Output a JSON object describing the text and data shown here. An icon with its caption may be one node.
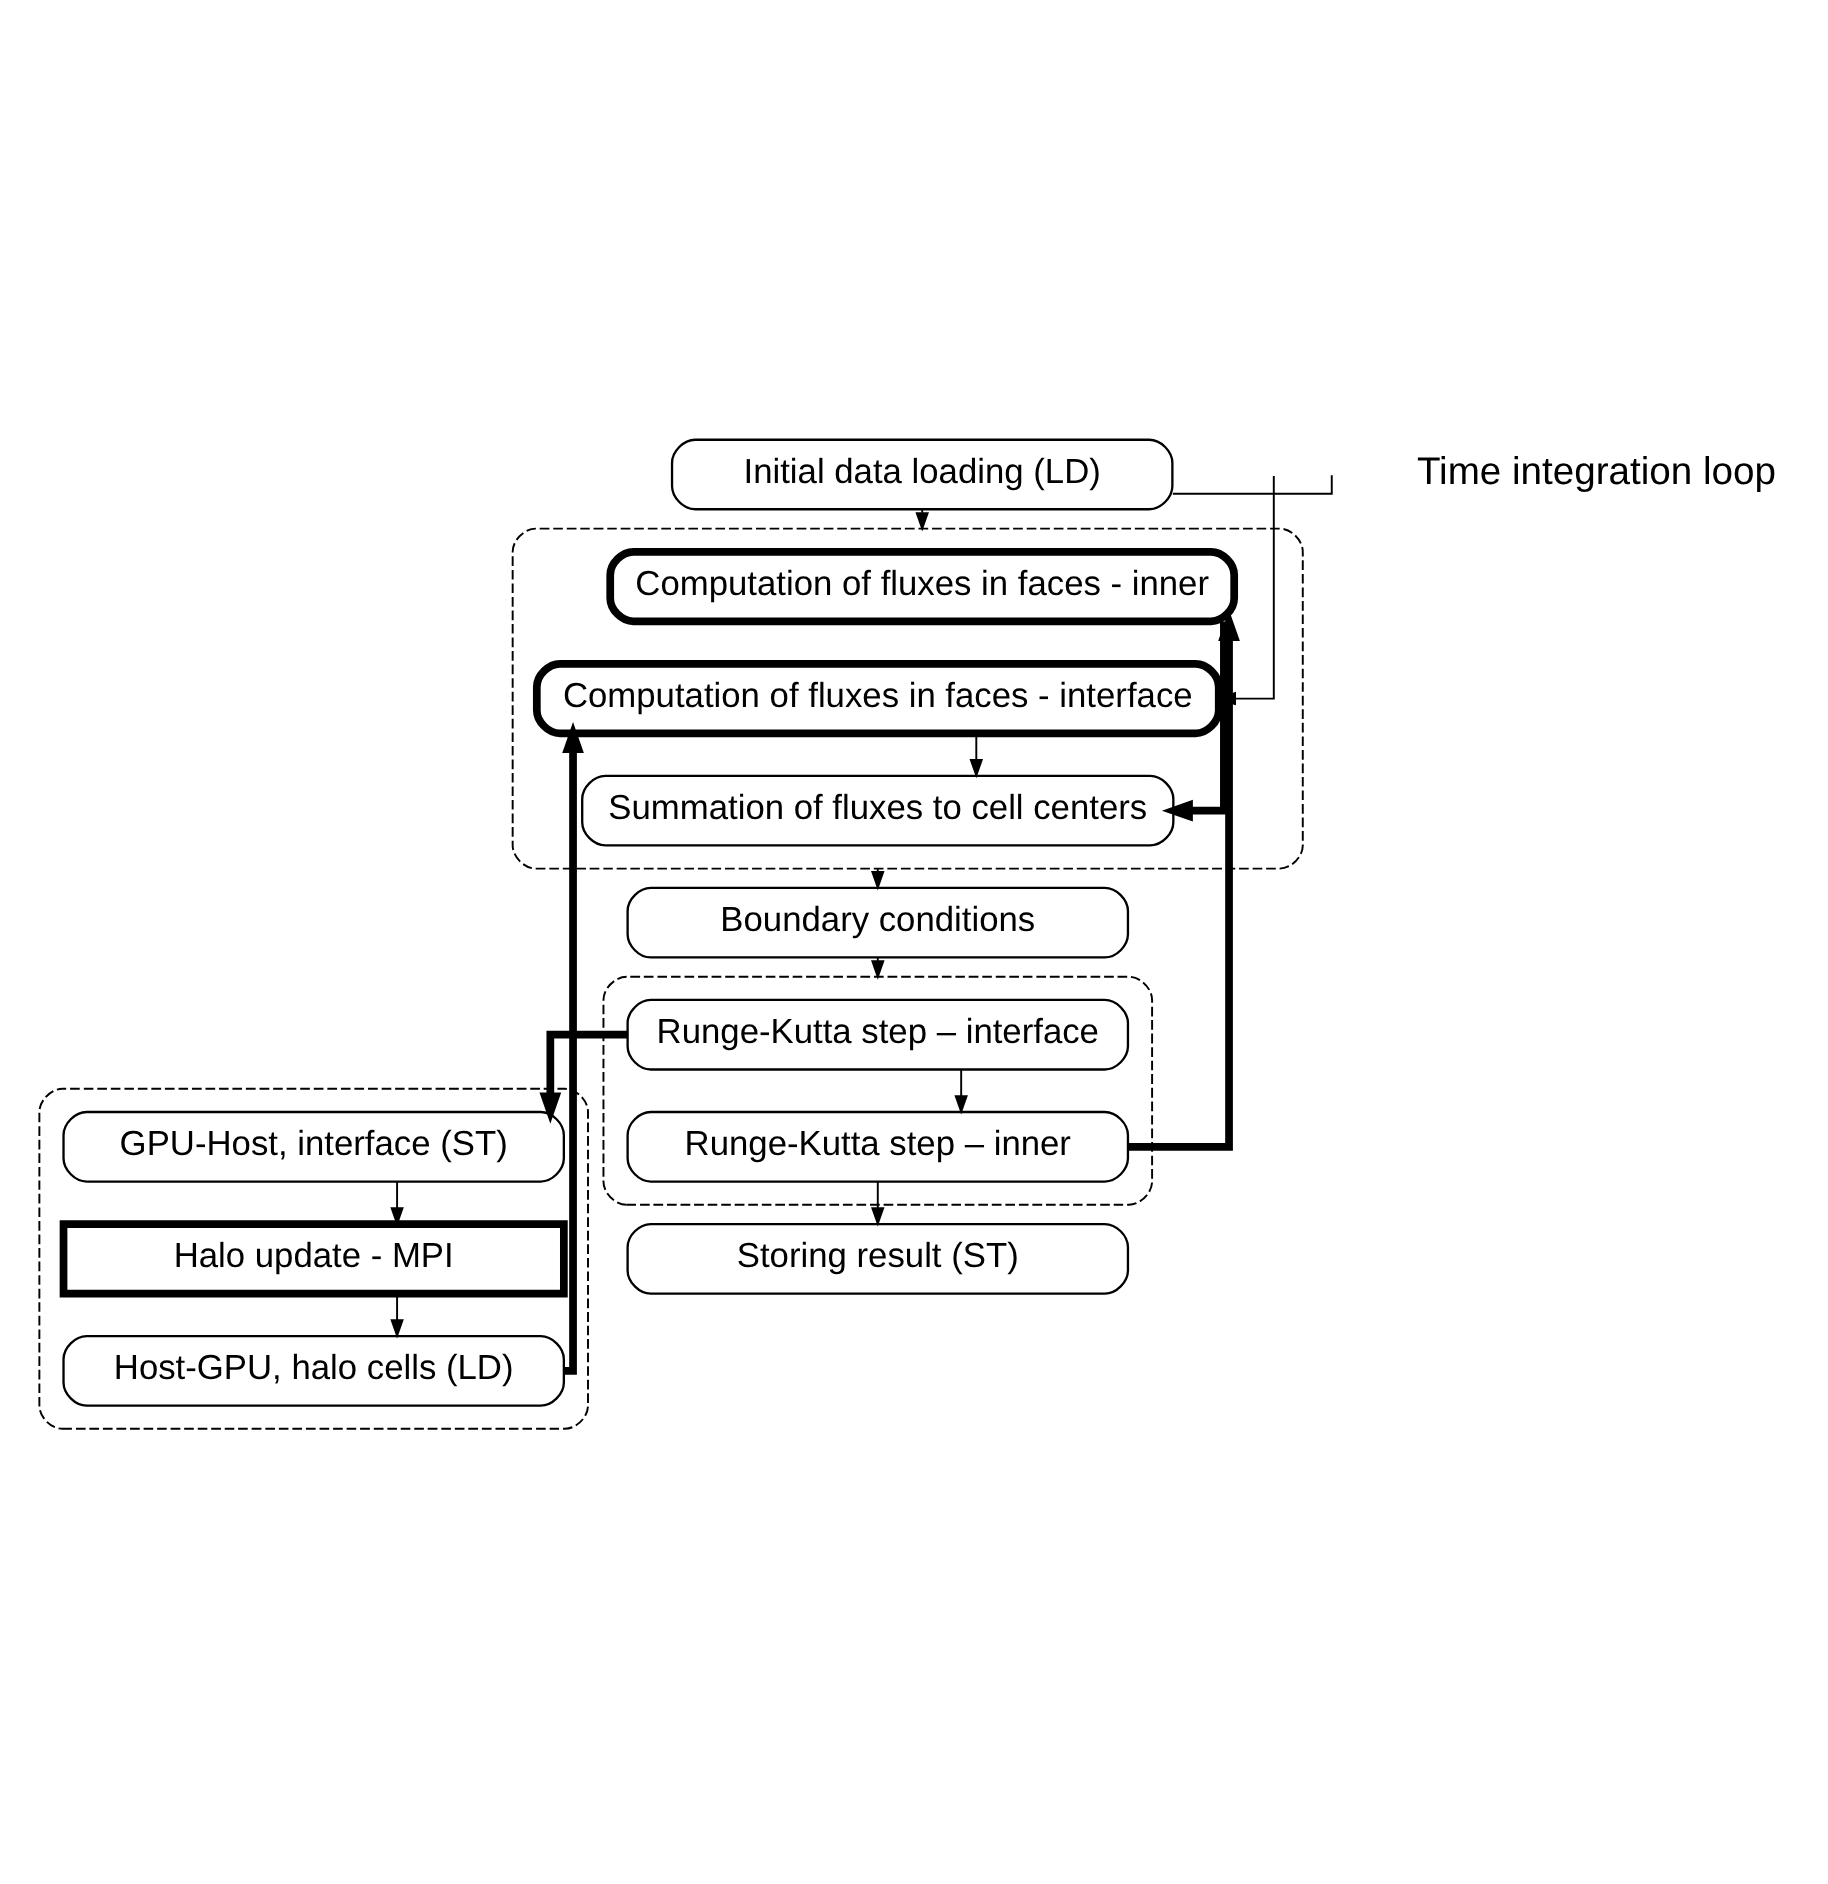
{
  "diagram": {
    "nodes": [
      {
        "text": [
          "Initial data loading (LD)"
        ]
      },
      {
        "text": [],
        "shape": "box"
      },
      {
        "text": [
          "Computation of fluxes in faces - inner"
        ],
        "in": 1
      },
      {
        "text": [
          "Computation of fluxes in faces - interface"
        ],
        "in": 1
      },
      {
        "text": [
          "Summation of fluxes to cell centers"
        ],
        "in": 1
      },
      {
        "text": [
          "Boundary conditions"
        ]
      },
      {
        "text": [],
        "shape": "box"
      },
      {
        "text": [
          "Runge-Kutta step – interface"
        ],
        "in": 6
      },
      {
        "text": [
          "Runge-Kutta step – inner"
        ],
        "in": 6
      },
      {
        "text": [],
        "shape": "box"
      },
      {
        "text": [
          "GPU-Host, interface (ST)"
        ],
        "in": 9
      },
      {
        "text": [
          "Halo update - MPI"
        ],
        "in": 9
      },
      {
        "text": [
          "Host-GPU, halo cells (LD)"
        ],
        "in": 9
      },
      {
        "text": [
          "Storing result (ST)"
        ]
      }
    ],
    "edges": [
      {
        "from": 0,
        "to": 1,
        "arrow": "to"
      },
      {
        "from": 0,
        "to": null,
        "arrow": "none"
      },
      {
        "from": null,
        "to": 3,
        "arrow": "to"
      },
      {
        "from": 3,
        "to": 4,
        "arrow": "to"
      },
      {
        "from": 2,
        "to": 4,
        "arrow": "to",
        "style": "thick"
      },
      {
        "from": 1,
        "to": 5,
        "arrow": "to"
      },
      {
        "from": 5,
        "to": 6,
        "arrow": "to"
      },
      {
        "from": 7,
        "to": 8,
        "arrow": "to"
      },
      {
        "from": 7,
        "to": 10,
        "arrow": "to",
        "style": "thick"
      },
      {
        "from": 8,
        "to": 2,
        "arrow": "to",
        "style": "thick"
      },
      {
        "from": 8,
        "to": 13,
        "arrow": "to"
      },
      {
        "from": 10,
        "to": 11,
        "arrow": "to"
      },
      {
        "from": 11,
        "to": 12,
        "arrow": "to"
      },
      {
        "from": 12,
        "to": 3,
        "arrow": "to",
        "style": "thick"
      }
    ],
    "labels": [
      "Time integration loop"
    ]
  }
}
